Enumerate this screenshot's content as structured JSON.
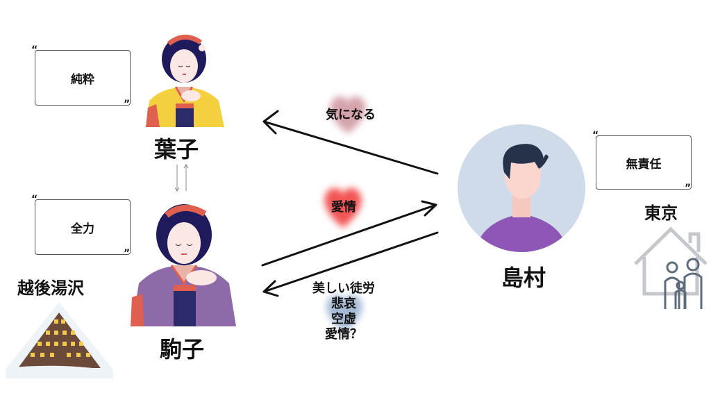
{
  "characters": {
    "yoko": {
      "name": "葉子",
      "trait": "純粋"
    },
    "komako": {
      "name": "駒子",
      "trait": "全力",
      "place": "越後湯沢"
    },
    "shimamura": {
      "name": "島村",
      "trait": "無責任",
      "place": "東京"
    }
  },
  "relations": {
    "shimamura_to_yoko": "気になる",
    "komako_to_shimamura": "愛情",
    "shimamura_to_komako": [
      "美しい徒労",
      "悲哀",
      "空虚",
      "愛情？"
    ]
  },
  "quote_open": "“",
  "quote_close": "”",
  "colors": {
    "heart_pink": "#c98a95",
    "heart_red": "#f05050",
    "heart_blue": "#8fa9c9",
    "circle": "#cfdbe8",
    "shirt": "#8e57b5"
  }
}
